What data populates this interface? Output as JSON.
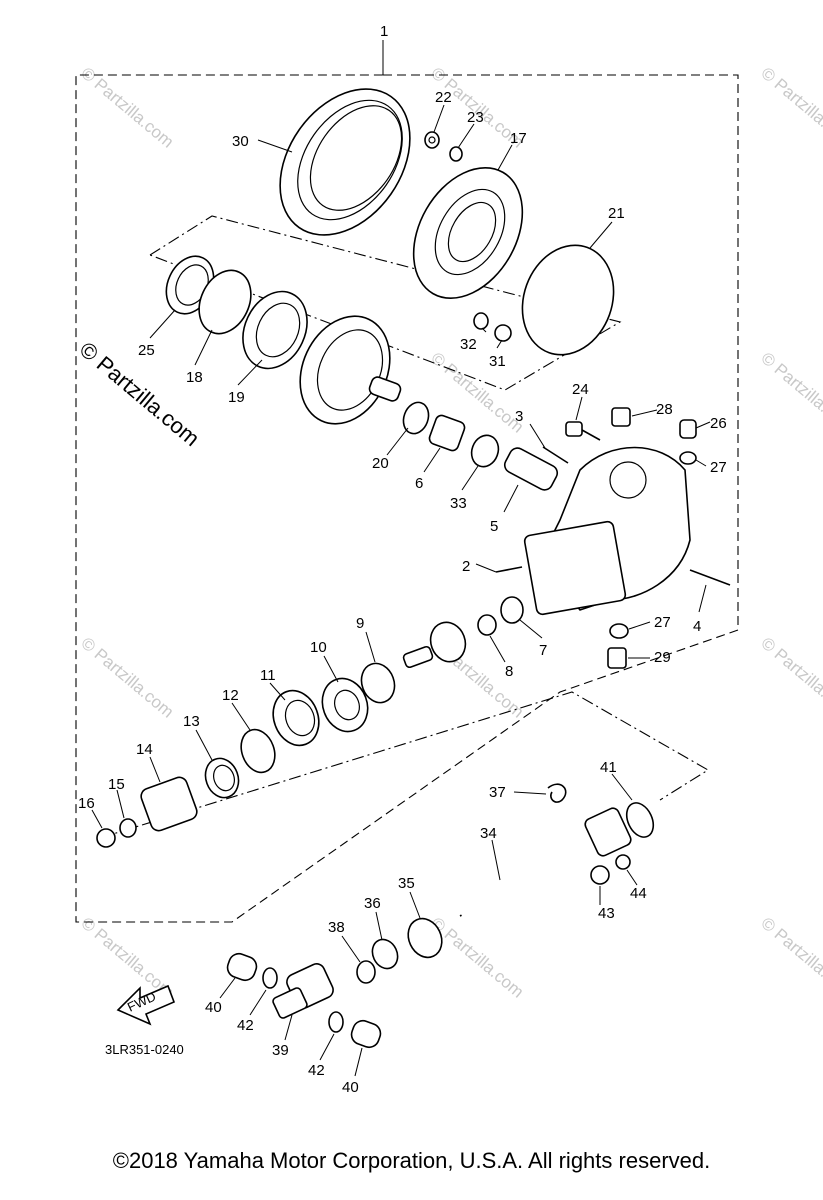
{
  "diagram": {
    "drawing_code": "3LR351-0240",
    "fwd_label": "FWD",
    "copyright": "©2018  Yamaha Motor Corporation, U.S.A. All rights reserved.",
    "watermark_main": "© Partzilla.com",
    "watermark_small": "© Partzilla.com",
    "callouts": {
      "c1": "1",
      "c2": "2",
      "c3": "3",
      "c4": "4",
      "c5": "5",
      "c6": "6",
      "c7": "7",
      "c8": "8",
      "c9": "9",
      "c10": "10",
      "c11": "11",
      "c12": "12",
      "c13": "13",
      "c14": "14",
      "c15": "15",
      "c16": "16",
      "c17": "17",
      "c18": "18",
      "c19": "19",
      "c20": "20",
      "c21": "21",
      "c22": "22",
      "c23": "23",
      "c24": "24",
      "c25": "25",
      "c26": "26",
      "c27a": "27",
      "c27b": "27",
      "c28": "28",
      "c29": "29",
      "c30": "30",
      "c31": "31",
      "c32": "32",
      "c33": "33",
      "c34": "34",
      "c35": "35",
      "c36": "36",
      "c37": "37",
      "c38": "38",
      "c39": "39",
      "c40a": "40",
      "c40b": "40",
      "c41": "41",
      "c42a": "42",
      "c42b": "42",
      "c43": "43",
      "c44": "44"
    }
  }
}
